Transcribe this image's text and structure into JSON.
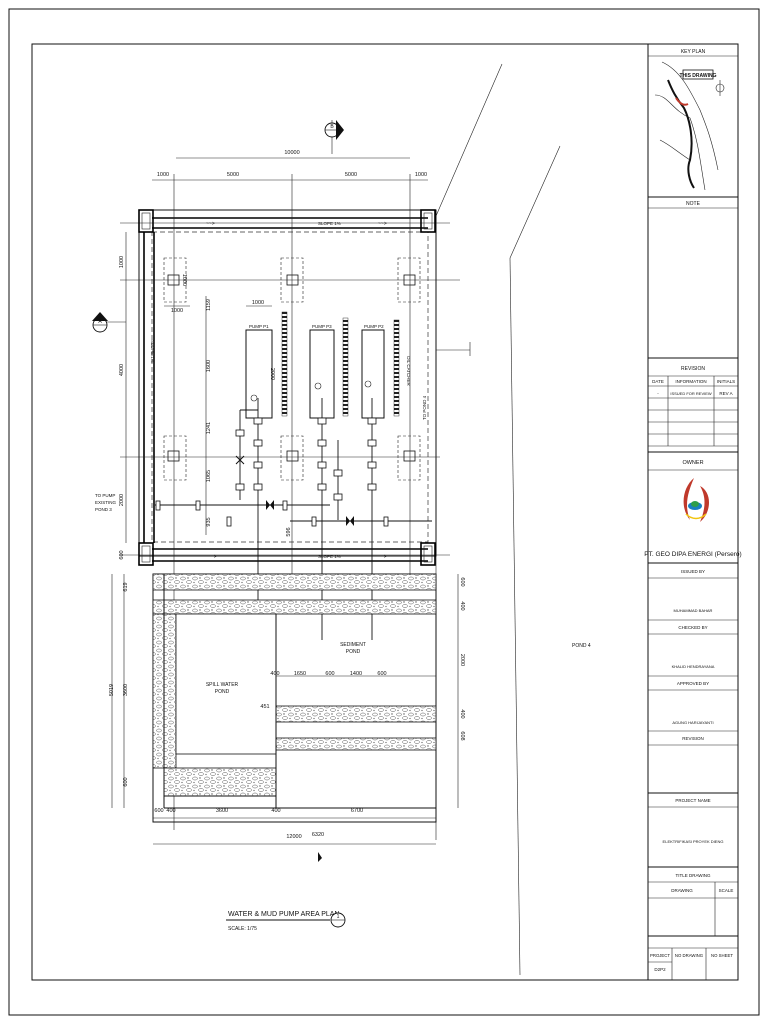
{
  "sheet": {
    "key_plan_label": "KEY PLAN",
    "this_drawing_label": "THIS DRAWING",
    "note_label": "NOTE",
    "revision_label": "REVISION",
    "revision_table": {
      "headers": [
        "DATE",
        "INFORMATION",
        "INITIALS"
      ],
      "rows": [
        [
          "-",
          "ISSUED FOR REVIEW",
          "REV A"
        ]
      ]
    },
    "owner_label": "OWNER",
    "owner_name": "PT. GEO DIPA ENERGI (Persero)",
    "issued_by_label": "ISSUED BY",
    "issued_by_name": "MUHAMMAD BAHAR",
    "checked_by_label": "CHECKED BY",
    "checked_by_name": "KHALID HENDRAYANA",
    "approved_by_label": "APPROVED BY",
    "approved_by_name": "AGUNG HARIJAYANTI",
    "revision_label_2": "REVISION",
    "project_name_label": "PROJECT NAME",
    "project_name": "ELEKTRIFIKASI PROYEK DIENG",
    "title_drawing_label": "TITLE DRAWING",
    "drawing_label": "DRAWING",
    "scale_label": "SCALE",
    "project_label": "PROJECT",
    "no_drawing_label": "NO DRAWING",
    "no_sheet_label": "NO SHEET",
    "project_code": "D2P2"
  },
  "drawing": {
    "title": "WATER & MUD PUMP AREA PLAN",
    "scale": "SCALE: 1/75",
    "detail_number": "1",
    "section_a": "A",
    "section_b": "B",
    "slope_top": "SLOPE 1%",
    "slope_left": "SLOPE 1%",
    "slope_bottom": "SLOPE 1%",
    "pump_p1": "PUMP P1",
    "pump_p2": "PUMP P2",
    "pump_p3": "PUMP P3",
    "oil_catcher": "OIL CATCHER",
    "to_pump_existing": [
      "TO PUMP",
      "EXISTING",
      "POND 3"
    ],
    "to_pond": "TO POND 4",
    "pond_label": "POND 4",
    "sediment_pond": [
      "SEDIMENT",
      "POND"
    ],
    "spill_water_pond": [
      "SPILL WATER",
      "POND"
    ],
    "dims_top": [
      "10000",
      "1000",
      "5000",
      "5000",
      "1000"
    ],
    "dims_left": [
      "1000",
      "4000",
      "2000",
      "600"
    ],
    "dims_inner_left": [
      "1159",
      "1600",
      "1241",
      "1065",
      "935"
    ],
    "dims_inner_misc": [
      "1000",
      "1000",
      "1000",
      "2000",
      "596"
    ],
    "dims_lower_left": [
      "619",
      "5019",
      "3600",
      "600"
    ],
    "dims_lower_right": [
      "600",
      "400",
      "2000",
      "400",
      "608"
    ],
    "dims_pond_row": [
      "400",
      "1650",
      "600",
      "1400",
      "600"
    ],
    "dims_pond_misc": [
      "451"
    ],
    "dims_bottom": [
      "600",
      "400",
      "3600",
      "400",
      "6700"
    ],
    "dims_bottom_total": [
      "12000",
      "6320"
    ]
  }
}
